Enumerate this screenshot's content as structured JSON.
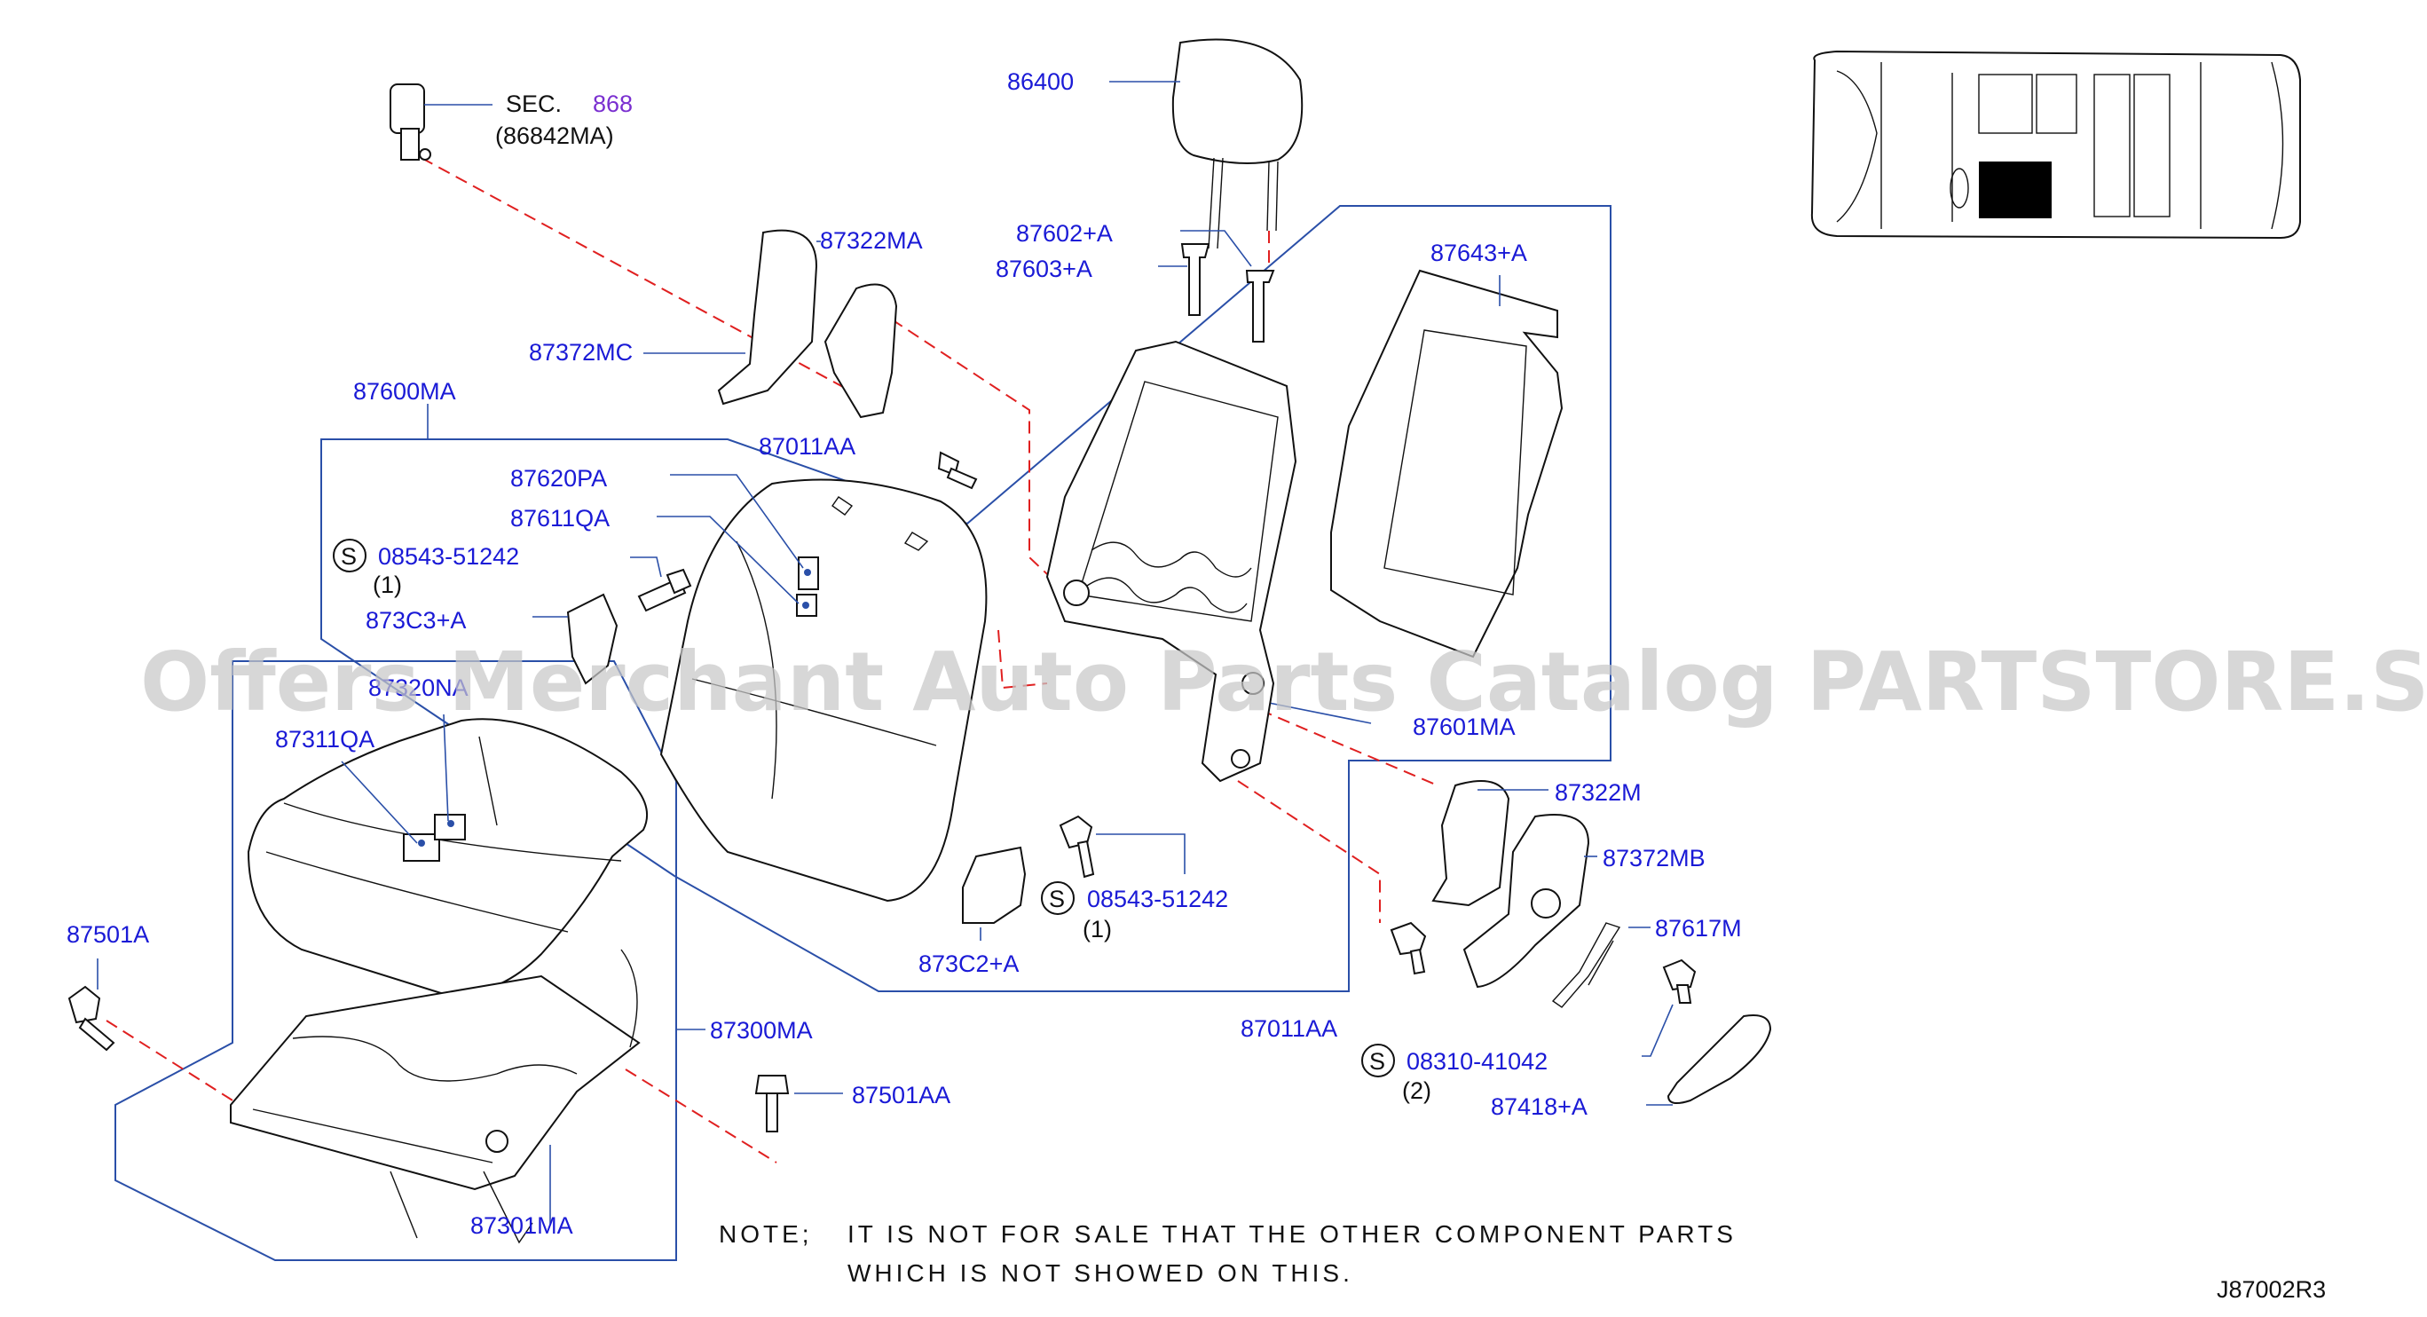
{
  "diagram": {
    "code": "J87002R3",
    "watermark": "Offers Merchant Auto Parts Catalog PARTSTORE.SA",
    "note": {
      "label": "NOTE;",
      "line1": "IT IS NOT FOR SALE THAT THE OTHER COMPONENT PARTS",
      "line2": "WHICH IS NOT SHOWED ON THIS."
    },
    "section_ref": {
      "sec_label": "SEC.",
      "sec_number": "868",
      "part_number": "(86842MA)"
    },
    "standard_symbol": "S",
    "callouts": {
      "c86400": "86400",
      "c87602a": "87602+A",
      "c87603a": "87603+A",
      "c87643a": "87643+A",
      "c87322ma": "87322MA",
      "c87372mc": "87372MC",
      "c87600ma": "87600MA",
      "c87011aa_top": "87011AA",
      "c87620pa": "87620PA",
      "c87611qa": "87611QA",
      "c08543_a": "08543-51242",
      "c08543_a_qty": "(1)",
      "c873c3a": "873C3+A",
      "c87320na": "87320NA",
      "c87311qa": "87311QA",
      "c87601ma": "87601MA",
      "c87322m": "87322M",
      "c87372mb": "87372MB",
      "c08543_b": "08543-51242",
      "c08543_b_qty": "(1)",
      "c873c2a": "873C2+A",
      "c87617m": "87617M",
      "c87501a": "87501A",
      "c87300ma": "87300MA",
      "c87501aa": "87501AA",
      "c87011aa_bot": "87011AA",
      "c08310": "08310-41042",
      "c08310_qty": "(2)",
      "c87418a": "87418+A",
      "c87301ma": "87301MA"
    }
  }
}
